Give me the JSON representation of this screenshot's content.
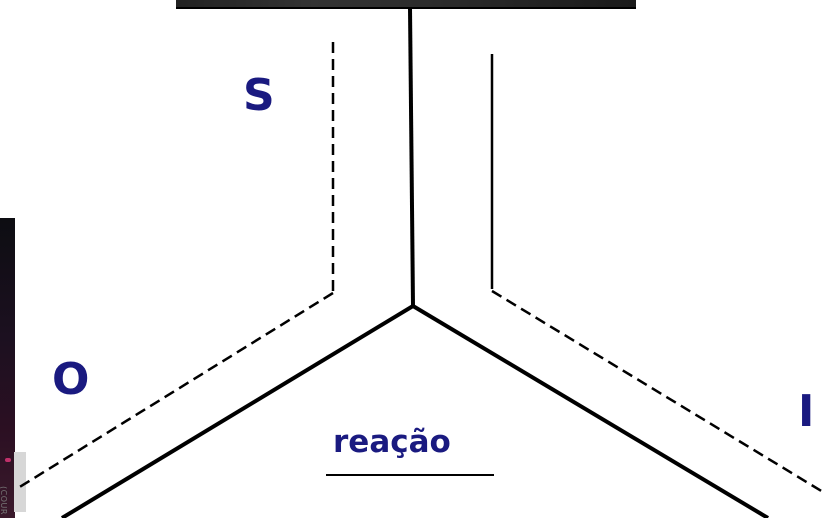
{
  "labels": {
    "s": "S",
    "o": "O",
    "i": "I",
    "reaction": "reação"
  },
  "image_caption_fragment": "(COUR",
  "colors": {
    "label": "#1a1a80",
    "line": "#000000"
  }
}
